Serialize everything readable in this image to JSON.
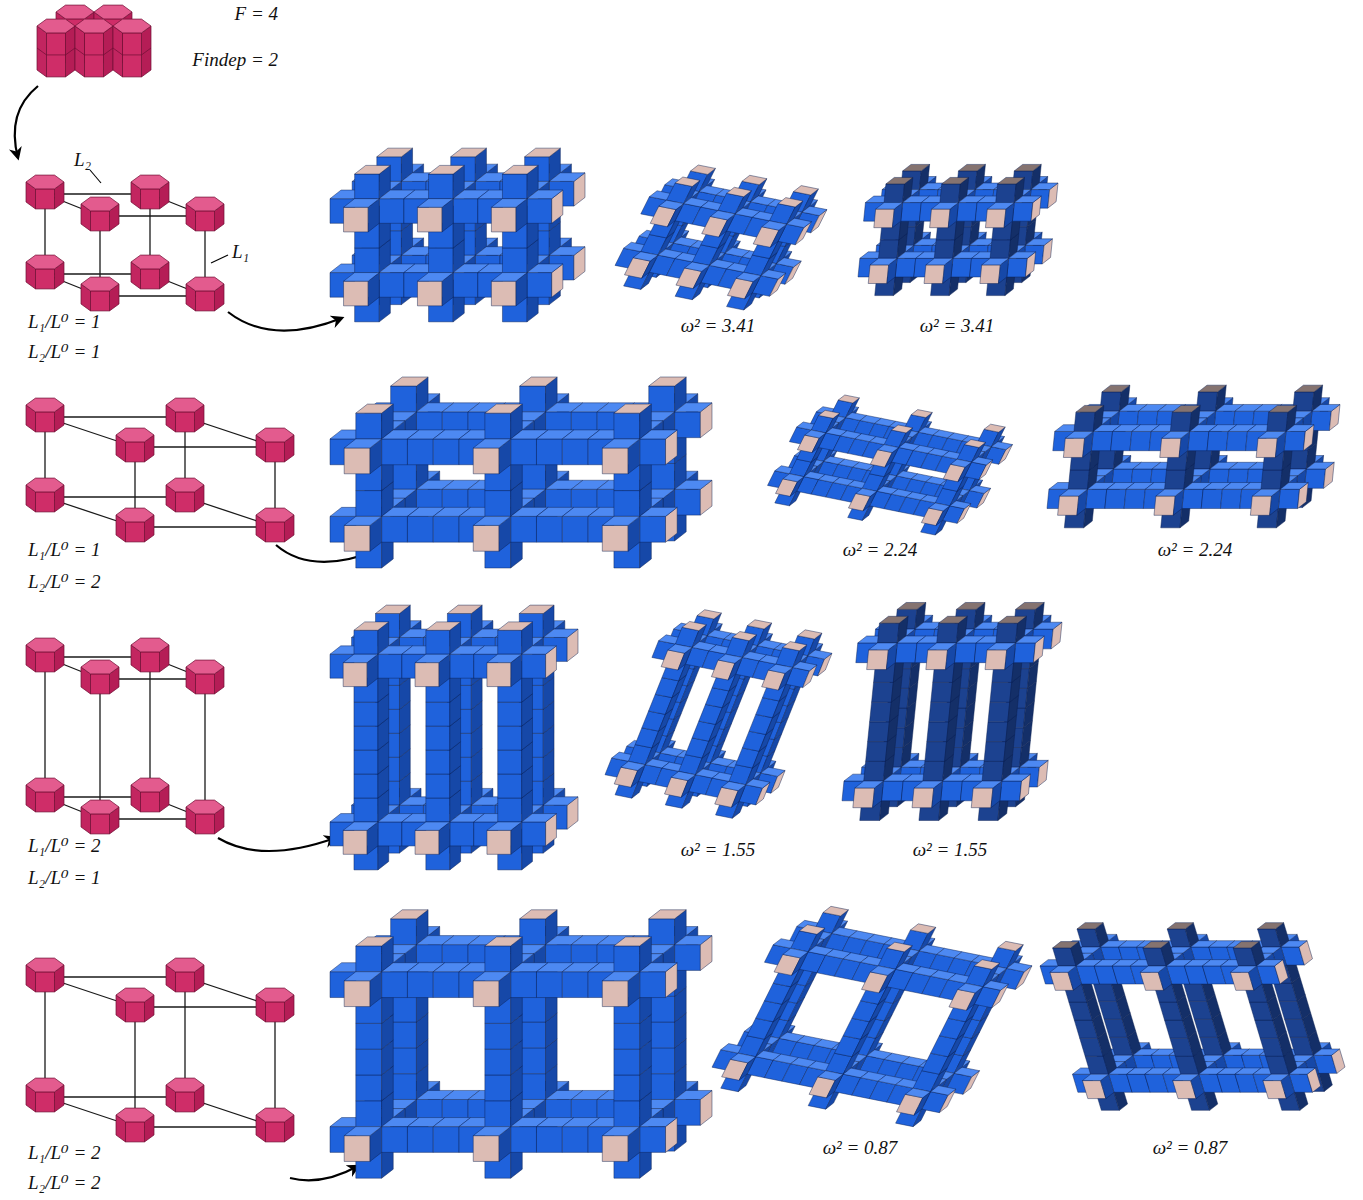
{
  "diagram": {
    "labels": [
      "F = 4",
      "Findep = 2",
      "L₂",
      "L₁",
      "L₁/L⁰ = 1",
      "L₂/L⁰ = 1",
      "ω² = 3.41",
      "ω² = 3.41",
      "L₁/L⁰ = 1",
      "L₂/L⁰ = 2",
      "ω² = 2.24",
      "ω² = 2.24",
      "L₁/L⁰ = 2",
      "L₂/L⁰ = 1",
      "ω² = 1.55",
      "ω² = 1.55",
      "L₁/L⁰ = 2",
      "L₂/L⁰ = 2",
      "ω² = 0.87",
      "ω² = 0.87"
    ]
  }
}
